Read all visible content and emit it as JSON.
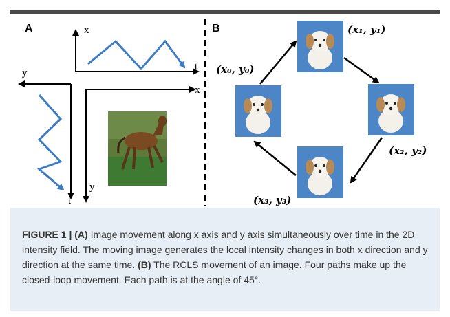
{
  "panel_a": {
    "label": "A",
    "axis_labels": {
      "top_x": "x",
      "top_t": "t",
      "left_y": "y",
      "mid_x": "x",
      "left_t": "t",
      "bottom_y": "y"
    }
  },
  "panel_b": {
    "label": "B",
    "points": {
      "p0": "(x₀, y₀)",
      "p1": "(x₁, y₁)",
      "p2": "(x₂, y₂)",
      "p3": "(x₃, y₃)"
    }
  },
  "caption": {
    "figure_label": "FIGURE 1 |",
    "a_marker": "(A)",
    "a_text": " Image movement along x axis and y axis simultaneously over time in the 2D intensity field. The moving image generates the local intensity changes in both x direction and y direction at the same time. ",
    "b_marker": "(B)",
    "b_text": " The RCLS movement of an image. Four paths make up the closed-loop movement. Each path is at the angle of 45°."
  },
  "colors": {
    "caption_bg": "#e7eef5",
    "path_blue": "#3b7cc4",
    "divider": "#000000"
  }
}
